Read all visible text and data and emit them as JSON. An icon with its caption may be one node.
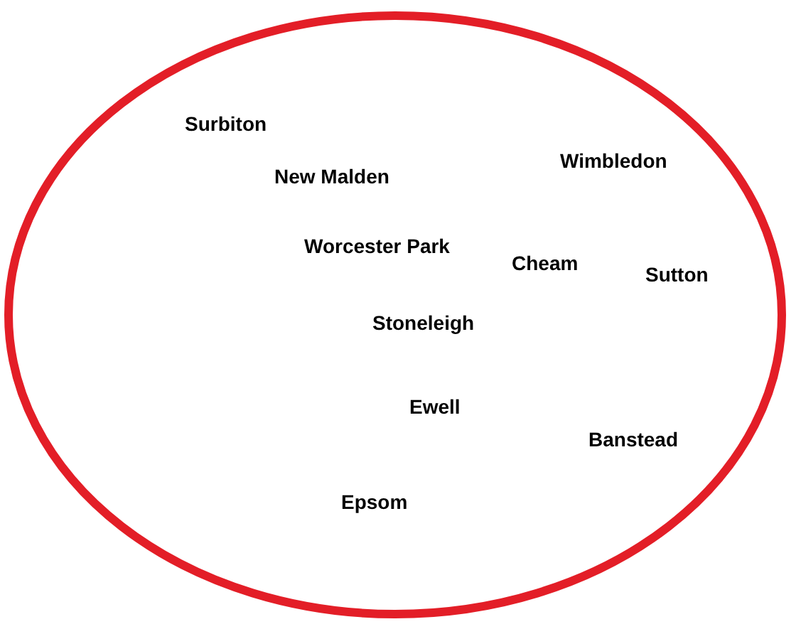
{
  "diagram": {
    "nodes": [
      {
        "text": [
          "Surbiton",
          "Wimbledon",
          "New Malden",
          "Worcester Park",
          "Cheam",
          "Sutton",
          "Stoneleigh",
          "Ewell",
          "Banstead",
          "Epsom"
        ]
      }
    ]
  }
}
